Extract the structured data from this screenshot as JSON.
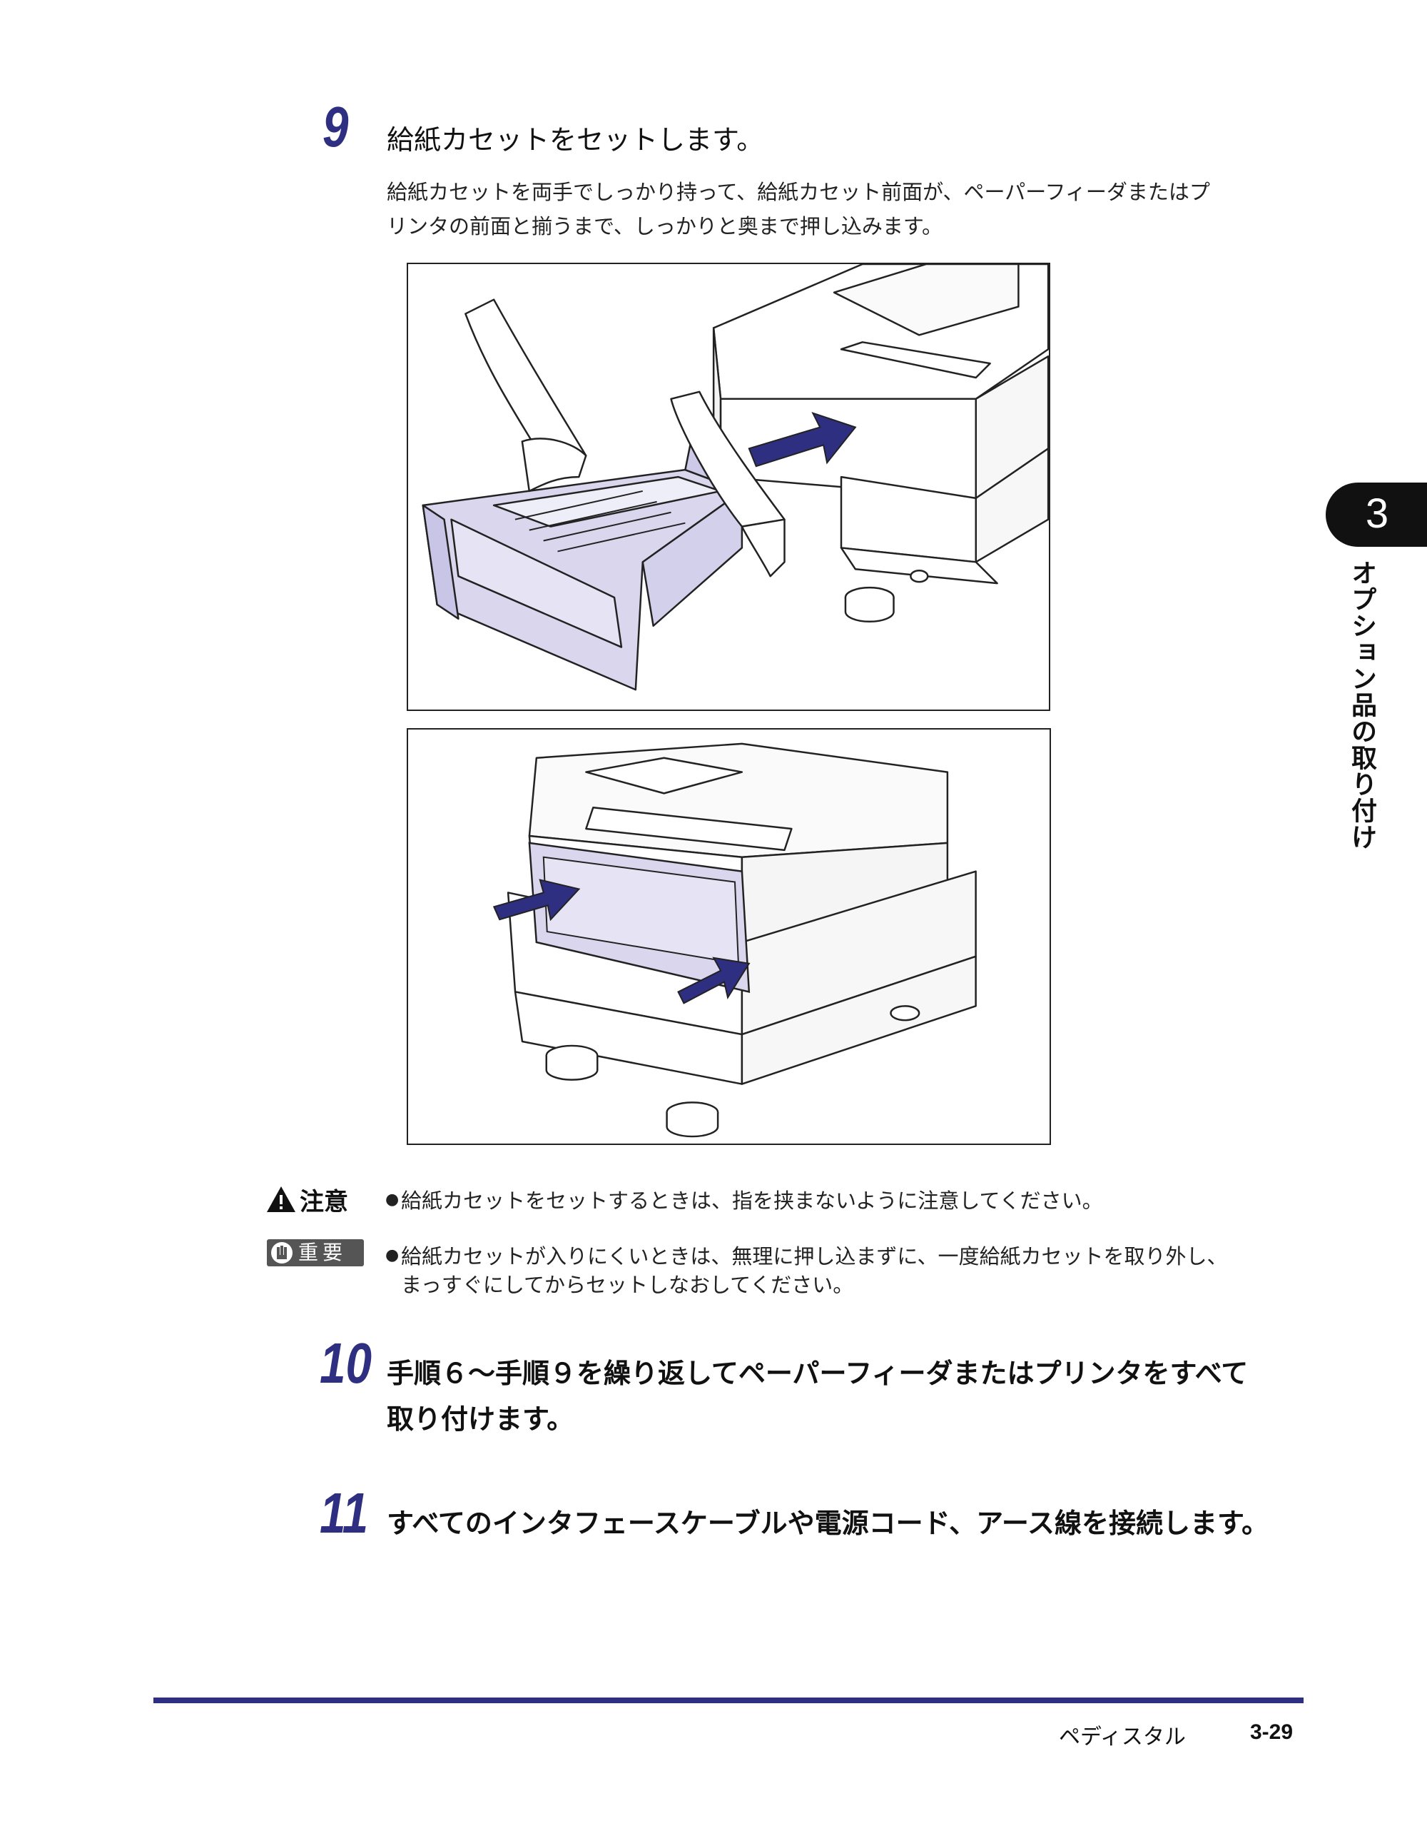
{
  "step9": {
    "number": "9",
    "title": "給紙カセットをセットします。",
    "body_line1": "給紙カセットを両手でしっかり持って、給紙カセット前面が、ペーパーフィーダまたはプ",
    "body_line2": "リンタの前面と揃うまで、しっかりと奥まで押し込みます。"
  },
  "caution": {
    "label": "注意",
    "text": "給紙カセットをセットするときは、指を挟まないように注意してください。"
  },
  "important": {
    "label": "重要",
    "line1": "給紙カセットが入りにくいときは、無理に押し込まずに、一度給紙カセットを取り外し、",
    "line2": "まっすぐにしてからセットしなおしてください。"
  },
  "step10": {
    "number": "10",
    "line1": "手順６～手順９を繰り返してペーパーフィーダまたはプリンタをすべて",
    "line2": "取り付けます。"
  },
  "step11": {
    "number": "11",
    "title": "すべてのインタフェースケーブルや電源コード、アース線を接続します。"
  },
  "chapter": {
    "number": "3",
    "title": "オプション品の取り付け"
  },
  "footer": {
    "section": "ペディスタル",
    "page": "3-29"
  },
  "colors": {
    "accent": "#2e2f80",
    "cassette_fill": "#d9d6ee",
    "arrow": "#2e2f80"
  }
}
